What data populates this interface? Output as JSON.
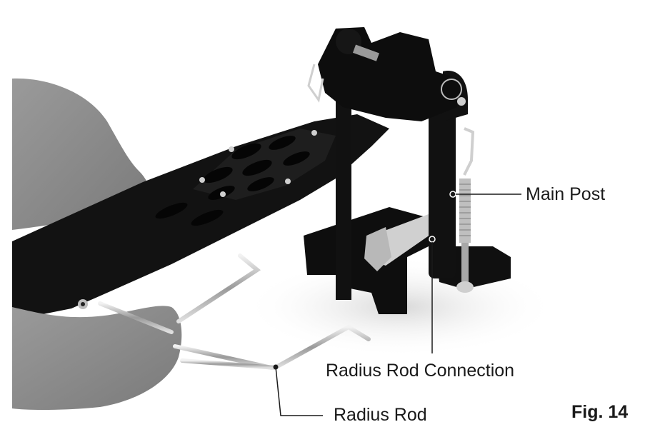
{
  "figure": {
    "caption": "Fig. 14",
    "subject": "bass drum pedal with radius rod, held by hand",
    "colors": {
      "background": "#ffffff",
      "pedal_black": "#111111",
      "skin": "#8c8c8c",
      "chrome": "#d9d9d9",
      "label_text": "#1a1a1a",
      "leader_line": "#1a1a1a"
    }
  },
  "callouts": [
    {
      "id": "main-post",
      "label": "Main Post"
    },
    {
      "id": "radius-rod-connection",
      "label": "Radius Rod Connection"
    },
    {
      "id": "radius-rod",
      "label": "Radius Rod"
    }
  ]
}
